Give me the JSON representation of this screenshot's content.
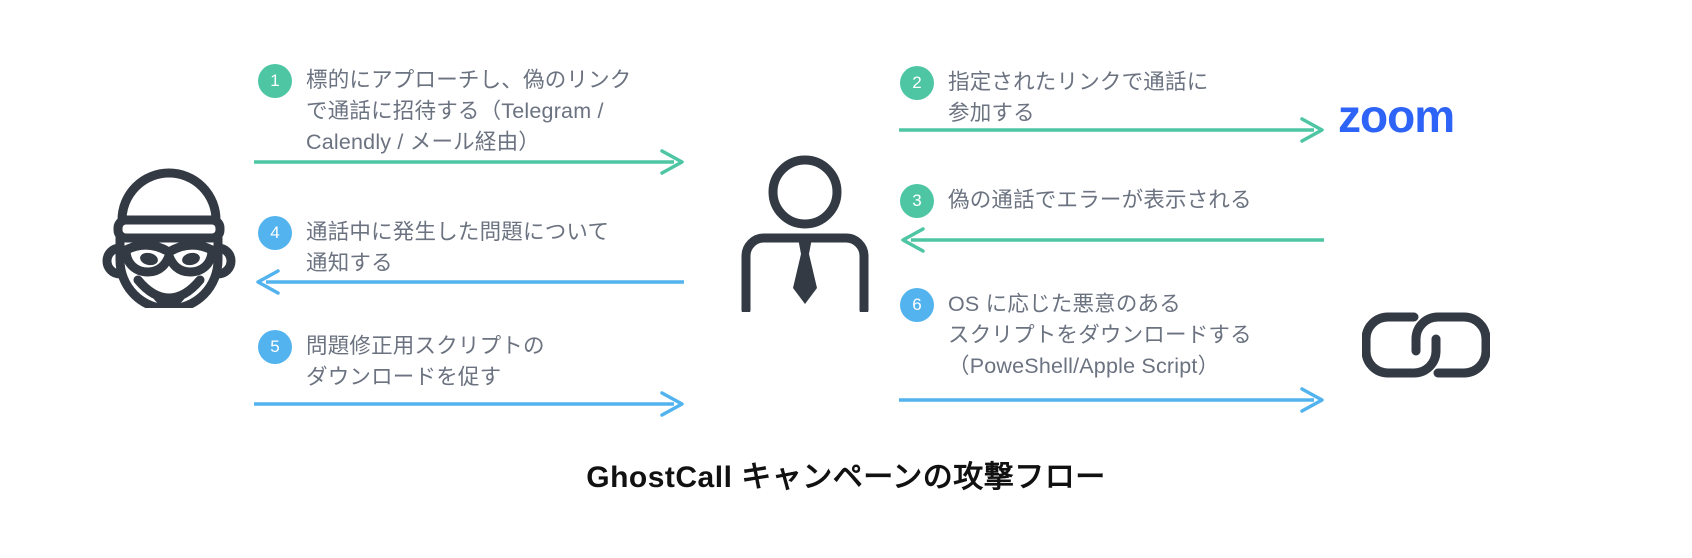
{
  "diagram": {
    "title": "GhostCall キャンペーンの攻撃フロー",
    "type": "attack-flow-sequence",
    "background": "#ffffff",
    "colors": {
      "green_accent": "#4ec6a4",
      "blue_accent": "#53b3ee",
      "text_gray": "#6b7280",
      "icon_dark": "#333a44",
      "zoom_blue": "#2d63f6",
      "title_black": "#111111"
    }
  },
  "actors": [
    {
      "id": "attacker",
      "name": "attacker-hacker-icon",
      "description": "hooded masked hacker face with beard"
    },
    {
      "id": "victim",
      "name": "victim-businessperson-icon",
      "description": "person with necktie bust"
    },
    {
      "id": "zoom",
      "name": "zoom-logo",
      "label": "zoom",
      "description": "Zoom brand wordmark"
    },
    {
      "id": "payload",
      "name": "malicious-link-chain-icon",
      "description": "two interlocked rounded chain links"
    }
  ],
  "steps": [
    {
      "number": "1",
      "color": "green",
      "side": "left",
      "direction": "right",
      "from": "attacker",
      "to": "victim",
      "text": "標的にアプローチし、偽のリンク\nで通話に招待する（Telegram /\nCalendly / メール経由）"
    },
    {
      "number": "2",
      "color": "green",
      "side": "right",
      "direction": "right",
      "from": "victim",
      "to": "zoom",
      "text": "指定されたリンクで通話に\n参加する"
    },
    {
      "number": "3",
      "color": "green",
      "side": "right",
      "direction": "left",
      "from": "zoom",
      "to": "victim",
      "text": "偽の通話でエラーが表示される"
    },
    {
      "number": "4",
      "color": "blue",
      "side": "left",
      "direction": "left",
      "from": "victim",
      "to": "attacker",
      "text": "通話中に発生した問題について\n通知する"
    },
    {
      "number": "5",
      "color": "blue",
      "side": "left",
      "direction": "right",
      "from": "attacker",
      "to": "victim",
      "text": "問題修正用スクリプトの\nダウンロードを促す"
    },
    {
      "number": "6",
      "color": "blue",
      "side": "right",
      "direction": "right",
      "from": "victim",
      "to": "payload",
      "text": "OS に応じた悪意のある\nスクリプトをダウンロードする\n（PoweShell/Apple Script）"
    }
  ]
}
